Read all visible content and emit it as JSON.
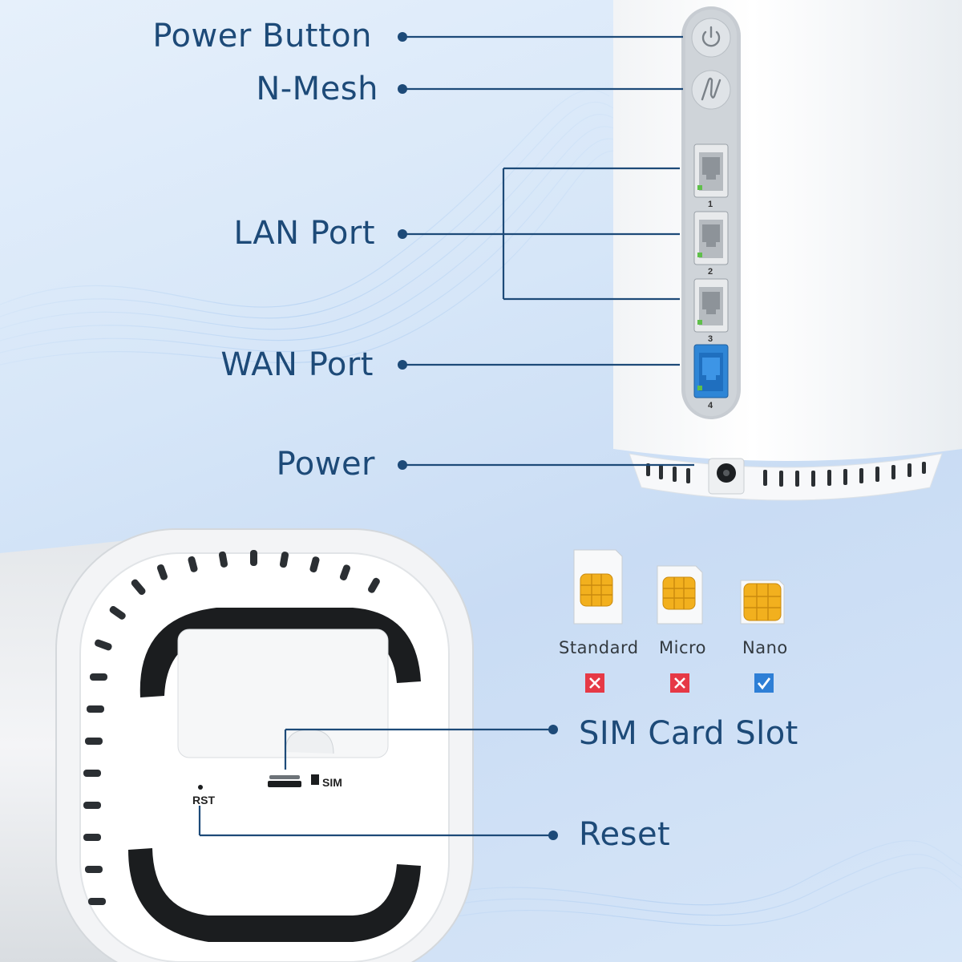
{
  "callouts": {
    "power_button": "Power Button",
    "n_mesh": "N-Mesh",
    "lan_port": "LAN Port",
    "wan_port": "WAN Port",
    "power": "Power",
    "sim_card_slot": "SIM Card Slot",
    "reset": "Reset"
  },
  "ports": [
    "1",
    "2",
    "3",
    "4"
  ],
  "sim_types": [
    {
      "label": "Standard",
      "supported": false
    },
    {
      "label": "Micro",
      "supported": false
    },
    {
      "label": "Nano",
      "supported": true
    }
  ],
  "device_marks": {
    "rst": "RST",
    "sim": "SIM"
  },
  "colors": {
    "callout_text": "#1d4a78",
    "leader_line": "#1d4a78",
    "wan_port": "#2f86d6",
    "unsupported": "#e63946",
    "supported": "#2e7fd6",
    "sim_chip": "#f2b01e"
  }
}
